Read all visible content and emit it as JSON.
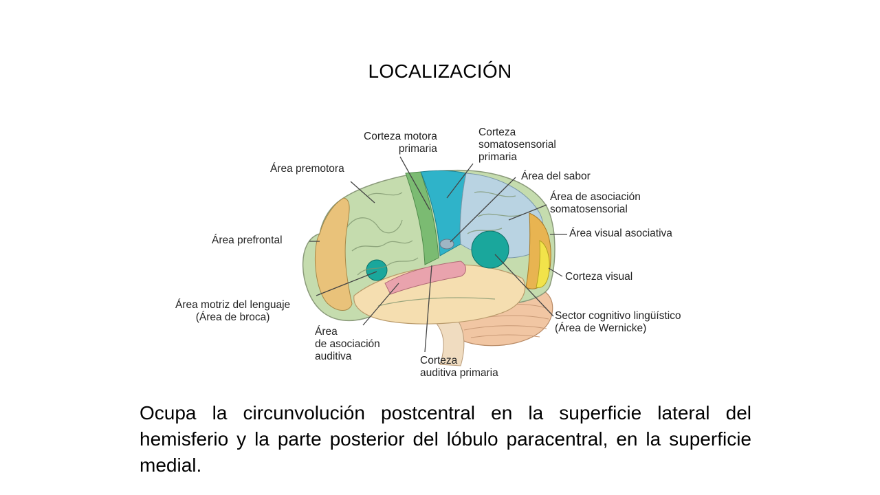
{
  "slide": {
    "title": "LOCALIZACIÓN",
    "body": "Ocupa la circunvolución postcentral en la superficie lateral del hemisferio y la parte posterior del lóbulo paracentral, en la superficie medial."
  },
  "diagram": {
    "labels": {
      "motor_cortex": [
        "Corteza motora",
        "primaria"
      ],
      "somatosensory_cortex": [
        "Corteza",
        "somatosensorial",
        "primaria"
      ],
      "premotor_area": [
        "Área premotora"
      ],
      "taste_area": [
        "Área del sabor"
      ],
      "somatosensory_association": [
        "Área de asociación",
        "somatosensorial"
      ],
      "prefrontal_area": [
        "Área prefrontal"
      ],
      "visual_association": [
        "Área visual asociativa"
      ],
      "visual_cortex": [
        "Corteza visual"
      ],
      "broca_area": [
        "Área motriz del lenguaje",
        "(Área de broca)"
      ],
      "wernicke_area": [
        "Sector cognitivo lingüístico",
        "(Área de Wernicke)"
      ],
      "auditory_association": [
        "Área",
        "de asociación",
        "auditiva"
      ],
      "auditory_cortex": [
        "Corteza",
        "auditiva primaria"
      ]
    },
    "colors": {
      "prefrontal": "#e9c27a",
      "premotor": "#c5dcae",
      "motor": "#7bbb72",
      "somatosensory": "#2fb3c9",
      "association": "#b9d3e2",
      "temporal": "#f5deb0",
      "auditory": "#e9a3ad",
      "visual_association": "#e8b451",
      "visual": "#f2e34a",
      "speech_areas": "#1aa79c",
      "cerebellum": "#f1c6a3"
    }
  }
}
